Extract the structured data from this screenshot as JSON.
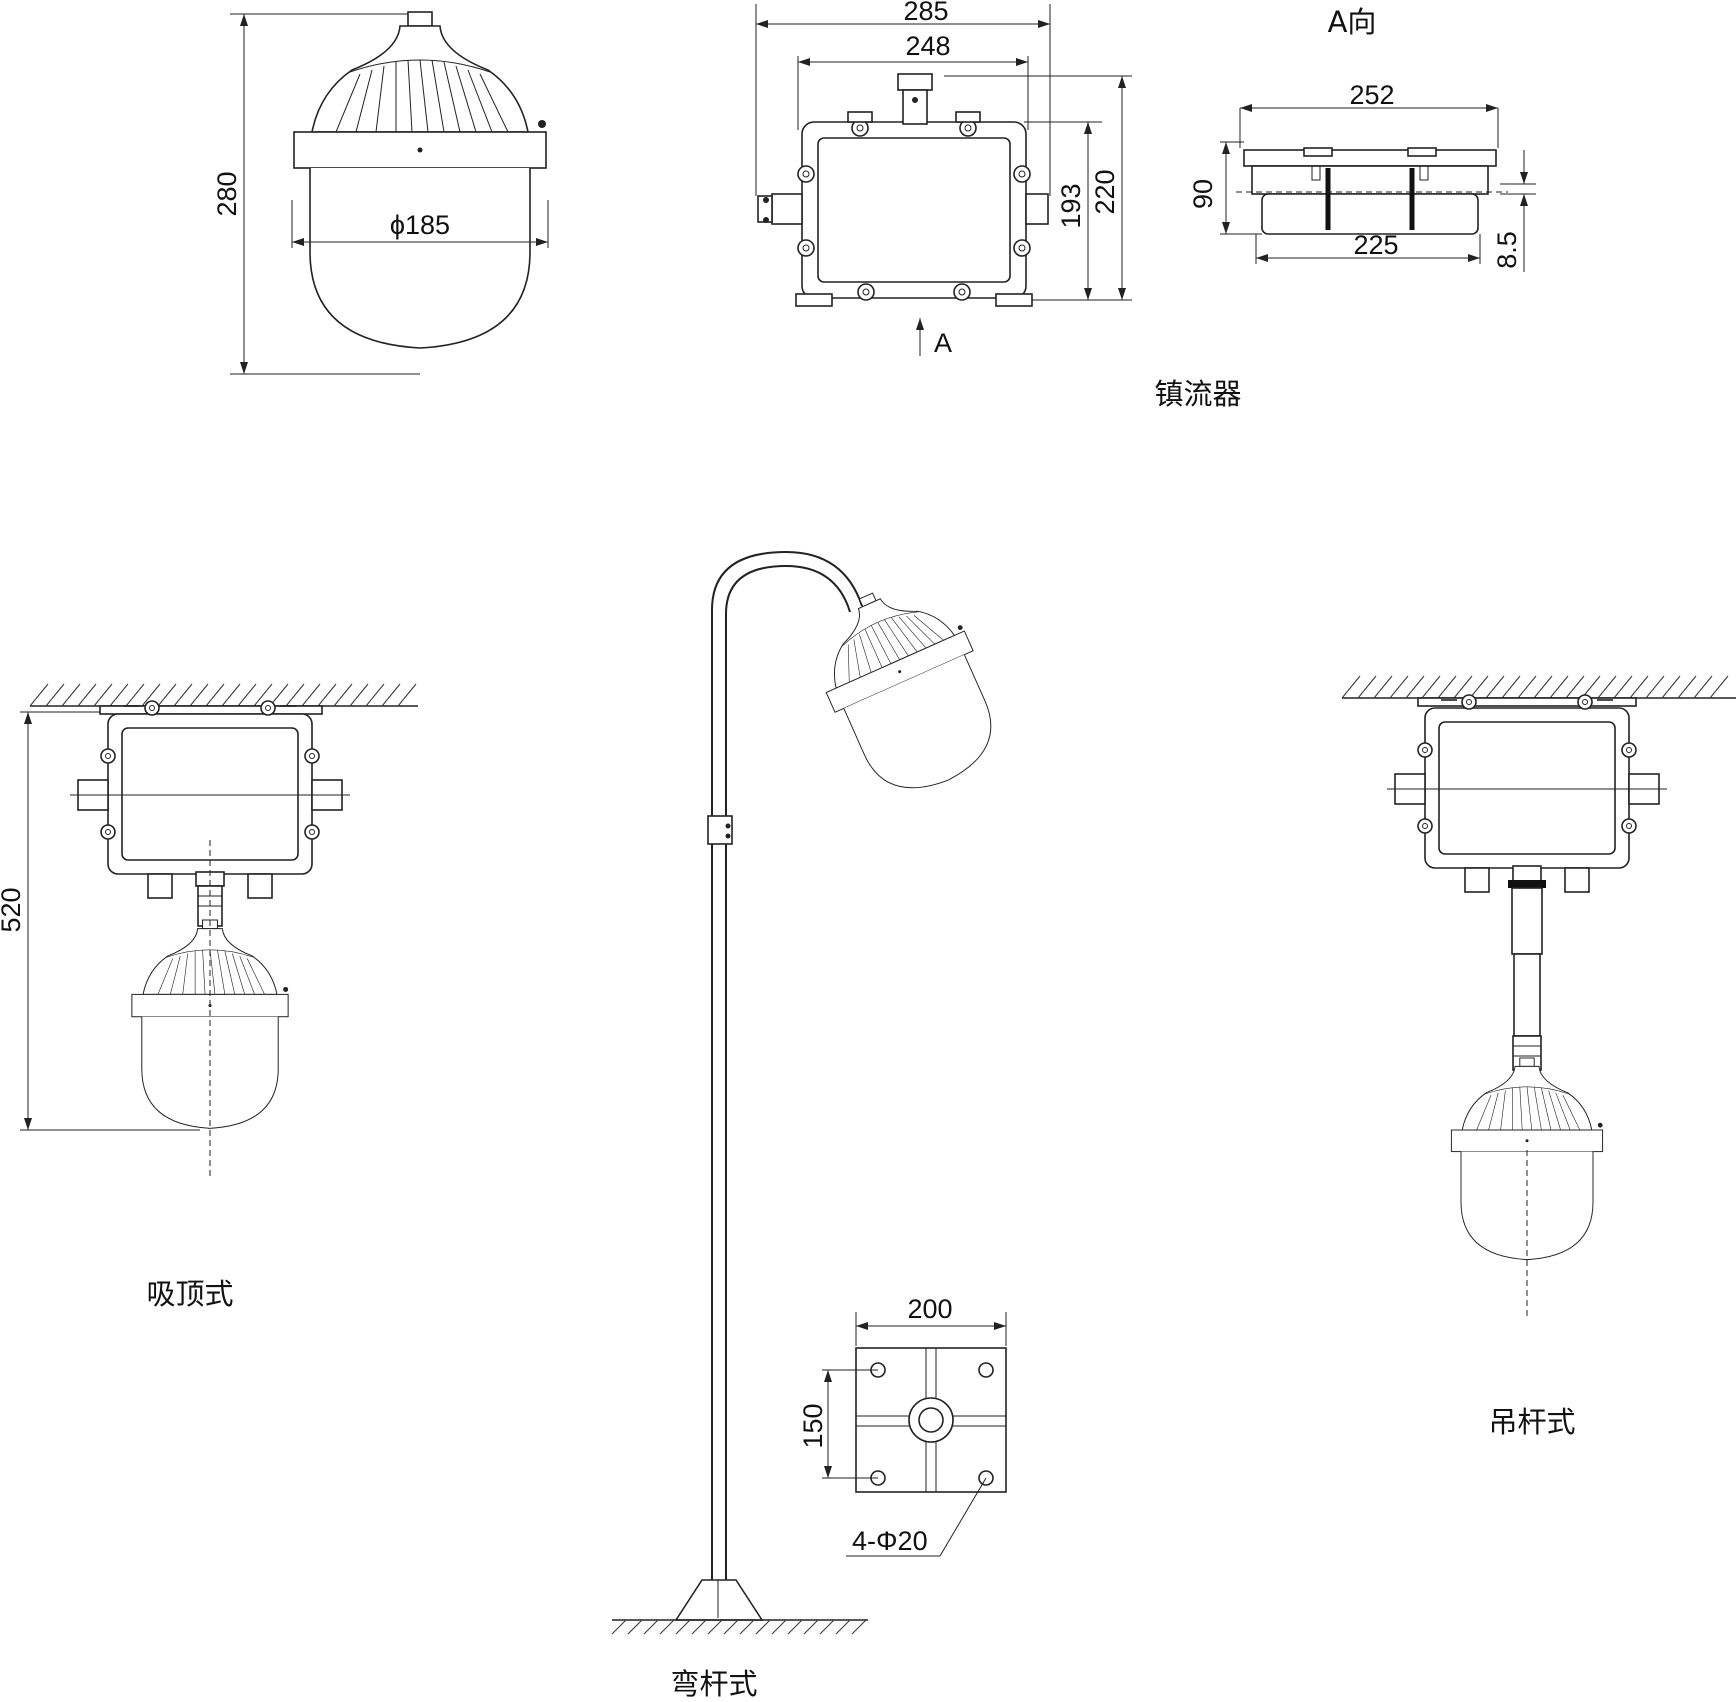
{
  "lamp_dims": {
    "height": "280",
    "diameter": "ϕ185"
  },
  "ballast_dims": {
    "w_outer": "285",
    "w_inner": "248",
    "h_inner": "193",
    "h_outer": "220",
    "view_arrow": "A"
  },
  "a_view": {
    "title": "A向",
    "top_width": "252",
    "height": "90",
    "bottom_width": "225",
    "offset": "8.5"
  },
  "labels": {
    "ballast": "镇流器",
    "ceiling_mount": "吸顶式",
    "ceiling_height": "520",
    "bent_pole": "弯杆式",
    "pendant": "吊杆式"
  },
  "base_plate": {
    "width": "200",
    "hole_spacing": "150",
    "holes": "4-Φ20"
  },
  "colors": {
    "line": "#222222",
    "background": "#ffffff"
  }
}
